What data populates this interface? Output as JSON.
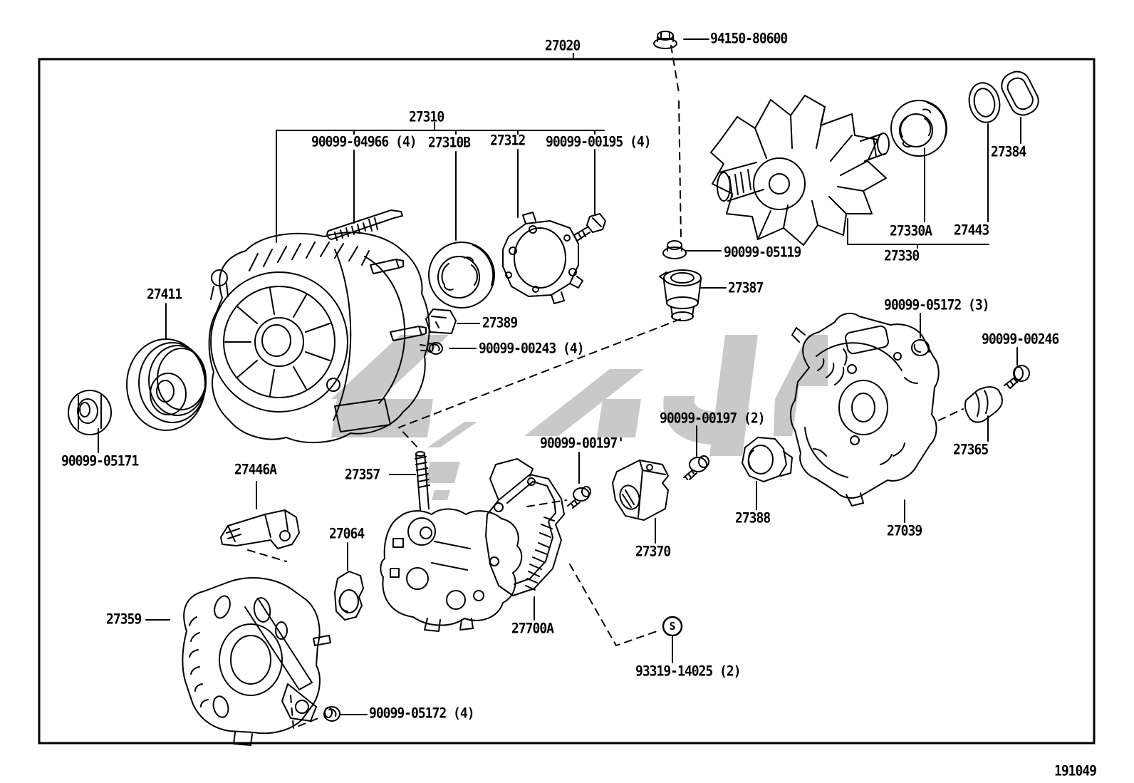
{
  "doc": {
    "kind": "exploded-parts-diagram",
    "drawing_number": "191049"
  },
  "colors": {
    "line": "#000000",
    "watermark": "#c9c9c9",
    "background": "#ffffff"
  },
  "marker": {
    "s": "S"
  },
  "parts": {
    "p27020": "27020",
    "b94150_80600": "94150-80600",
    "p27310": "27310",
    "b90099_04966": "90099-04966 (4)",
    "p27310B": "27310B",
    "p27312": "27312",
    "b90099_00195": "90099-00195 (4)",
    "p27384": "27384",
    "p27330A": "27330A",
    "p27443": "27443",
    "p27330": "27330",
    "b90099_05119": "90099-05119",
    "p27387": "27387",
    "p27411": "27411",
    "p27389": "27389",
    "b90099_00243": "90099-00243 (4)",
    "b90099_05172_3": "90099-05172 (3)",
    "b90099_00246": "90099-00246",
    "p27365": "27365",
    "b90099_05171": "90099-05171",
    "p27446A": "27446A",
    "p27357": "27357",
    "p27064": "27064",
    "b90099_00197_2": "90099-00197 (2)",
    "b90099_00197b": "90099-00197'",
    "p27388": "27388",
    "p27370": "27370",
    "p27039": "27039",
    "p27359": "27359",
    "p27700A": "27700A",
    "b93319_14025": "93319-14025 (2)",
    "b90099_05172_4": "90099-05172 (4)"
  }
}
